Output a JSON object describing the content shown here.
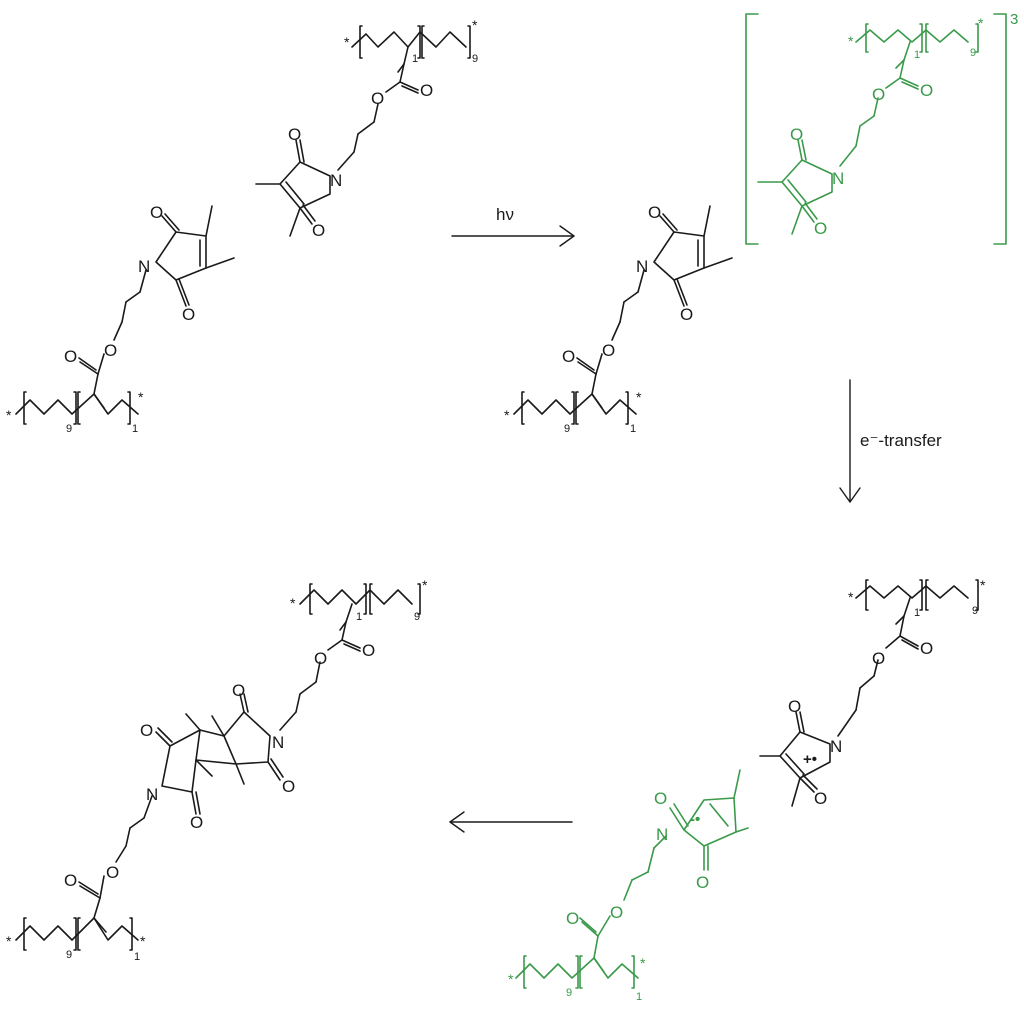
{
  "colors": {
    "black": "#1a1a1a",
    "green": "#3a9a4a",
    "background": "#ffffff"
  },
  "labels": {
    "carbonyl_oxygen": "O",
    "ester_oxygen": "O",
    "nitrogen": "N",
    "star": "*",
    "repeat_1": "1",
    "repeat_9": "9"
  },
  "reaction": {
    "arrow_light": "hν",
    "arrow_transfer": "e⁻-transfer",
    "excited_state_count": "3",
    "radical_cation": "+•",
    "radical_anion": "-•"
  }
}
